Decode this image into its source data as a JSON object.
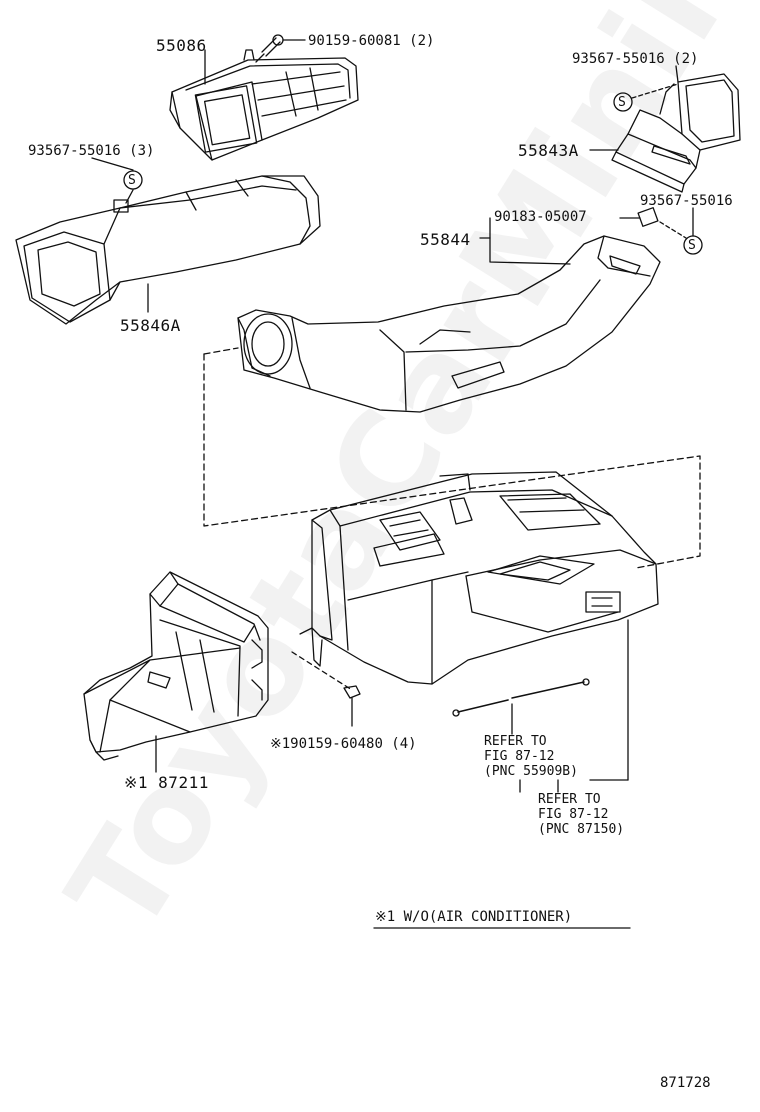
{
  "watermark": "ToyotaCarMiniFM",
  "diagram_id": "871728",
  "footnote": "※1 W/O(AIR CONDITIONER)",
  "labels": {
    "p55086": "55086",
    "p90159_60081": "90159-60081 (2)",
    "p93567_55016_2": "93567-55016 (2)",
    "p55843A": "55843A",
    "p93567_55016_3": "93567-55016 (3)",
    "p55846A": "55846A",
    "p90183_05007": "90183-05007",
    "p93567_55016": "93567-55016",
    "p55844": "55844",
    "p90159_60480": "※190159-60480 (4)",
    "p87211": "※1 87211",
    "refer1_a": "REFER TO",
    "refer1_b": "FIG 87-12",
    "refer1_c": "(PNC 55909B)",
    "refer2_a": "REFER TO",
    "refer2_b": "FIG 87-12",
    "refer2_c": "(PNC 87150)",
    "s_marker": "S"
  },
  "colors": {
    "line": "#111111",
    "background": "#ffffff"
  }
}
